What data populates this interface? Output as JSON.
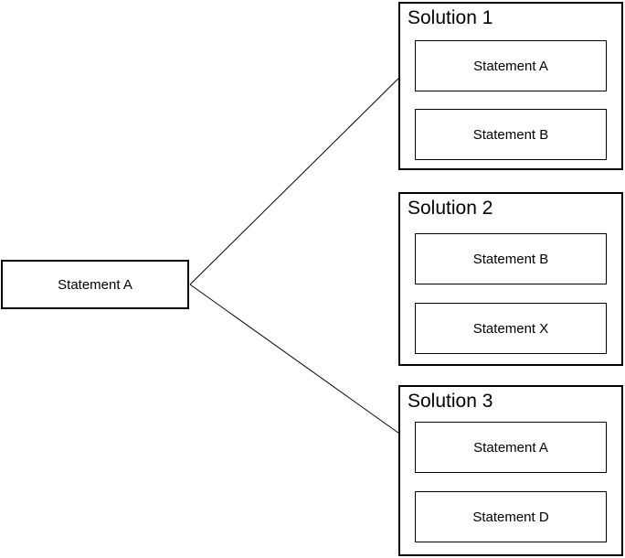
{
  "diagram": {
    "source": {
      "label": "Statement A"
    },
    "solutions": [
      {
        "title": "Solution 1",
        "statements": [
          "Statement A",
          "Statement B"
        ]
      },
      {
        "title": "Solution 2",
        "statements": [
          "Statement B",
          "Statement X"
        ]
      },
      {
        "title": "Solution 3",
        "statements": [
          "Statement A",
          "Statement D"
        ]
      }
    ],
    "arrows": [
      {
        "from": "source-statement-box",
        "to": "solution-1-statement-1"
      },
      {
        "from": "source-statement-box",
        "to": "solution-3-statement-1"
      }
    ],
    "colors": {
      "border": "#000000",
      "background": "#ffffff",
      "text": "#000000"
    }
  }
}
